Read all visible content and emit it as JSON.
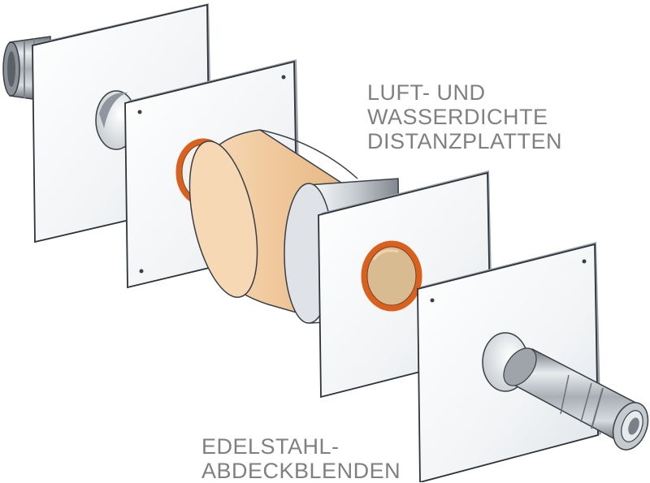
{
  "labels": {
    "distance_plates": {
      "line1": "LUFT- UND",
      "line2": "WASSERDICHTE",
      "line3": "DISTANZPLATTEN"
    },
    "cover_plates": {
      "line1": "EDELSTAHL-",
      "line2": "ABDECKBLENDEN"
    }
  },
  "colors": {
    "plate_fill": "#f4f6f8",
    "plate_edge": "#3a3f45",
    "insulation": "#f0caa0",
    "seal_ring": "#e0641e",
    "steel": "#b7bcc2",
    "label_text": "#808080"
  }
}
